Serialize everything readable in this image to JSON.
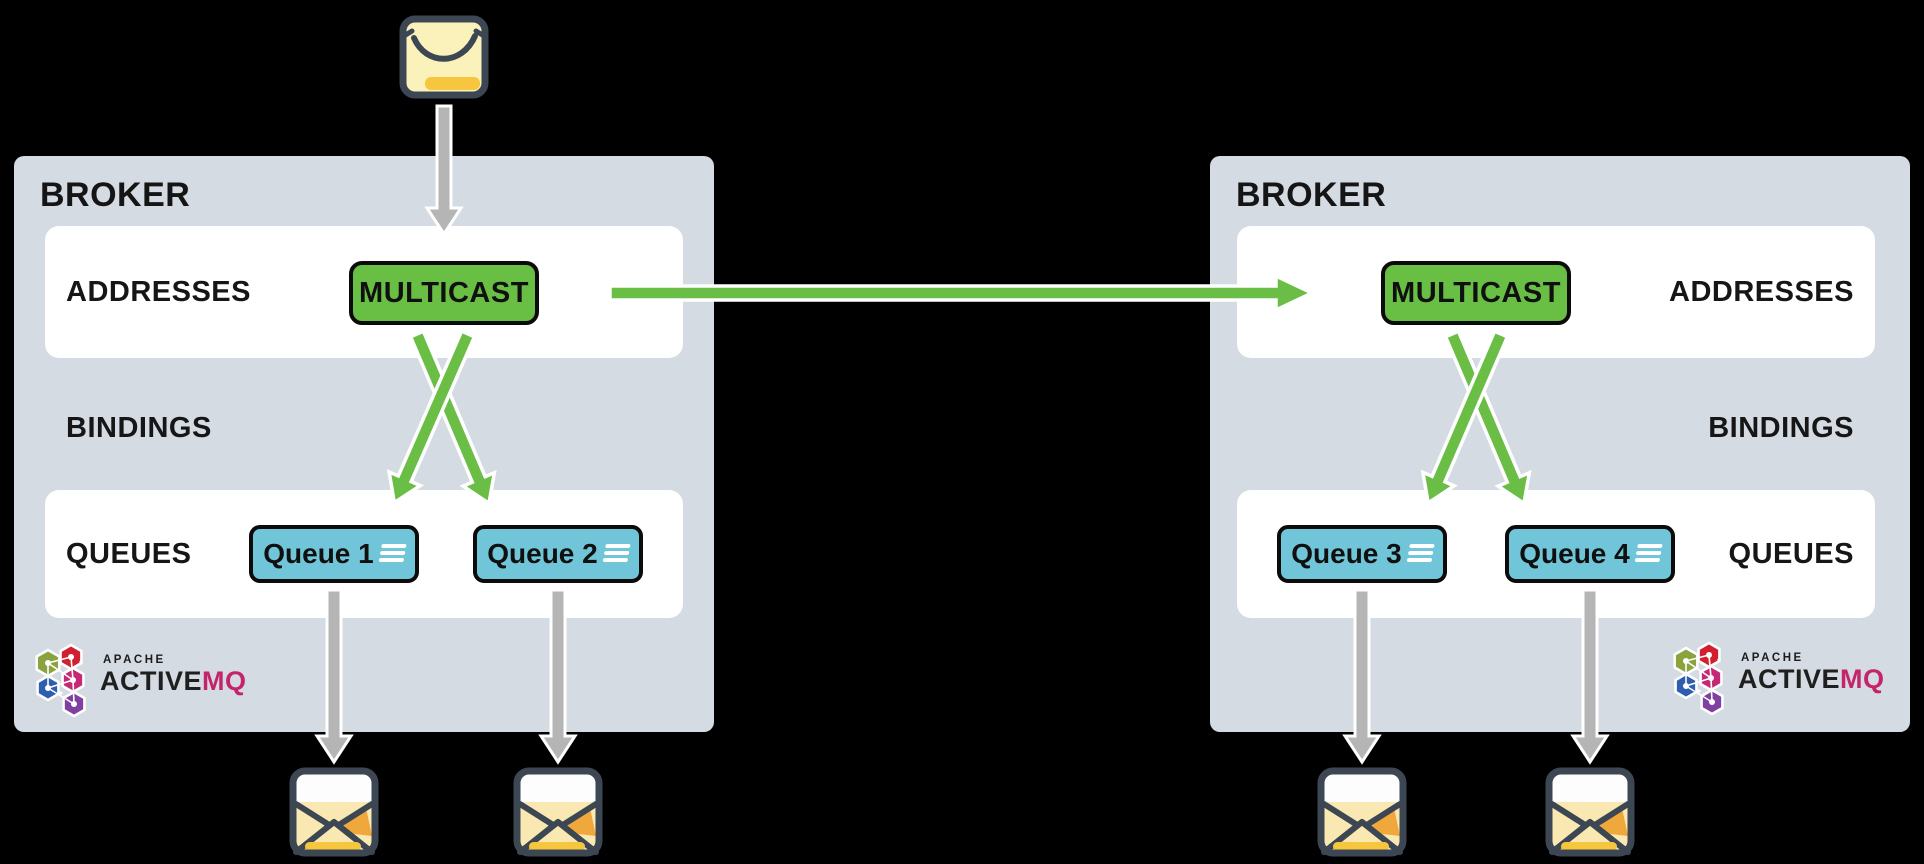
{
  "diagram": {
    "kind": "ActiveMQ multicast address federation diagram",
    "colors": {
      "background": "#000000",
      "broker_panel": "#d5dbe2",
      "section_panel": "#ffffff",
      "address_node_green": "#69bf44",
      "queue_node_cyan": "#70c6d8",
      "flow_arrow_green": "#6abe45",
      "message_arrow_gray": "#b5b5b5",
      "envelope_outline": "#3d4753",
      "envelope_yellow": "#fbf1bb",
      "envelope_accent": "#f6c63e",
      "activemq_pink": "#c4246c",
      "label_text": "#151515"
    }
  },
  "brokers": [
    {
      "title": "BROKER",
      "sections": {
        "addresses": "ADDRESSES",
        "bindings": "BINDINGS",
        "queues": "QUEUES"
      },
      "address_node": "MULTICAST",
      "queues": [
        "Queue 1",
        "Queue 2"
      ],
      "logo": {
        "apache": "APACHE",
        "active": "ACTIVE",
        "mq": "MQ"
      }
    },
    {
      "title": "BROKER",
      "sections": {
        "addresses": "ADDRESSES",
        "bindings": "BINDINGS",
        "queues": "QUEUES"
      },
      "address_node": "MULTICAST",
      "queues": [
        "Queue 3",
        "Queue 4"
      ],
      "logo": {
        "apache": "APACHE",
        "active": "ACTIVE",
        "mq": "MQ"
      }
    }
  ]
}
